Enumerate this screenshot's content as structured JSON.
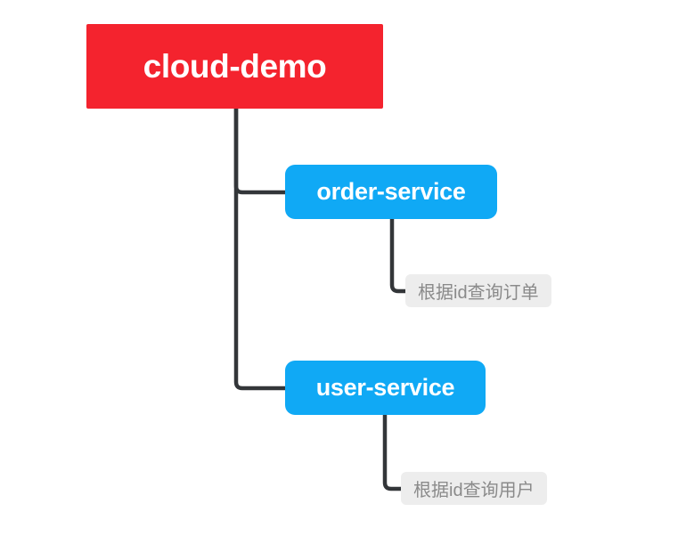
{
  "diagram": {
    "type": "tree",
    "orientation": "left-to-right",
    "background_color": "#FFFFFF",
    "connector_color": "#333639",
    "root": {
      "label": "cloud-demo",
      "fill_color": "#F4232E",
      "text_color": "#FFFFFF"
    },
    "services": [
      {
        "label": "order-service",
        "fill_color": "#10A9F5",
        "text_color": "#FFFFFF",
        "leaf": {
          "label": "根据id查询订单",
          "fill_color": "#EDEDED",
          "text_color": "#8A8A8A"
        }
      },
      {
        "label": "user-service",
        "fill_color": "#10A9F5",
        "text_color": "#FFFFFF",
        "leaf": {
          "label": "根据id查询用户",
          "fill_color": "#EDEDED",
          "text_color": "#8A8A8A"
        }
      }
    ]
  }
}
